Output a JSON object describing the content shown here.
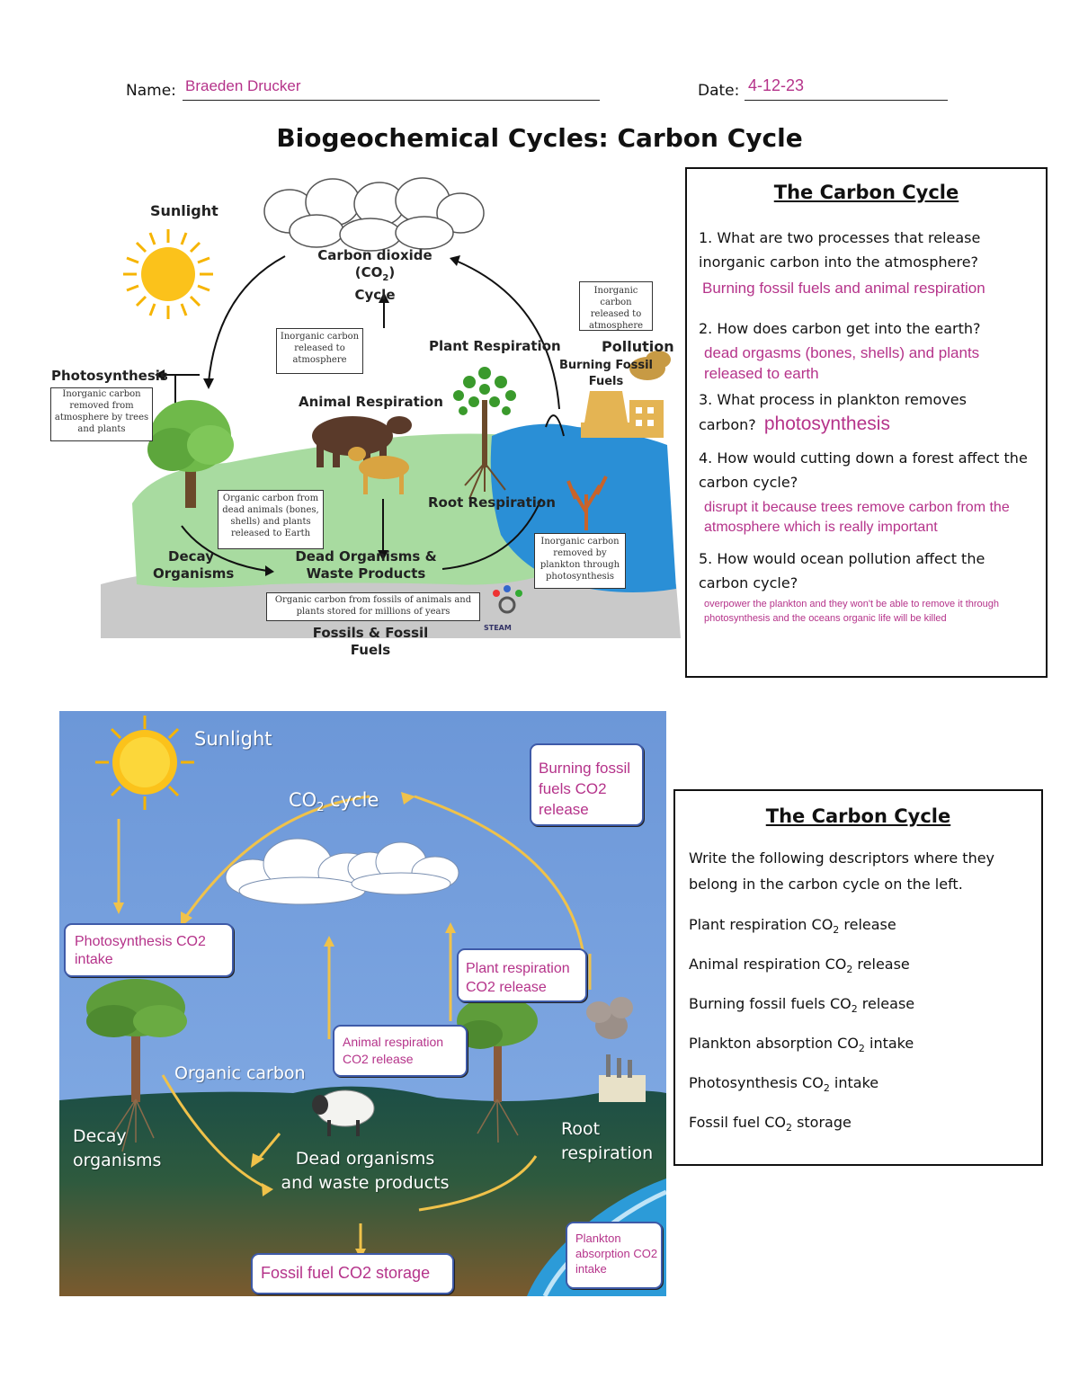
{
  "header": {
    "name_label": "Name:",
    "name_value": "Braeden Drucker",
    "date_label": "Date:",
    "date_value": "4-12-23",
    "title": "Biogeochemical Cycles:  Carbon Cycle"
  },
  "diagram1": {
    "sunlight": "Sunlight",
    "co2_line1": "Carbon dioxide (CO",
    "co2_sub": "2",
    "co2_close": ")",
    "co2_line2": "Cycle",
    "photosynthesis": "Photosynthesis",
    "photosynthesis_note": "Inorganic carbon removed from atmosphere by trees and plants",
    "animal_note": "Inorganic carbon released to atmosphere",
    "animal_respiration": "Animal Respiration",
    "plant_respiration": "Plant Respiration",
    "pollution": "Pollution",
    "burning": "Burning Fossil Fuels",
    "pollution_note": "Inorganic carbon released to atmosphere",
    "root_respiration": "Root Respiration",
    "organic_note": "Organic carbon from dead animals (bones, shells) and plants released to Earth",
    "decay": "Decay Organisms",
    "dead": "Dead Organisms & Waste Products",
    "plankton_note": "Inorganic carbon removed by plankton through photosynthesis",
    "fossil_note": "Organic carbon from fossils of animals and plants stored for millions of years",
    "fossils": "Fossils & Fossil Fuels",
    "logo": "STEAM"
  },
  "questions_box": {
    "title": "The Carbon Cycle",
    "items": [
      {
        "num": "1.",
        "q": "What are two processes that release inorganic carbon into the atmosphere?",
        "a": "Burning fossil fuels and animal respiration"
      },
      {
        "num": "2.",
        "q": "How does carbon get into the earth?",
        "a": "dead orgasms (bones, shells) and plants released to earth"
      },
      {
        "num": "3.",
        "q": "What process in plankton removes carbon?",
        "a": "photosynthesis"
      },
      {
        "num": "4.",
        "q": "How would cutting down a forest affect the carbon cycle?",
        "a": "disrupt it because trees remove carbon from the atmosphere which is really important"
      },
      {
        "num": "5.",
        "q": "How would ocean pollution affect the carbon cycle?",
        "a": "overpower the plankton and they won't be able to remove it through photosynthesis and the oceans organic life will be killed"
      }
    ]
  },
  "diagram2": {
    "sunlight": "Sunlight",
    "co2_cycle": "CO",
    "co2_sub": "2",
    "co2_rest": " cycle",
    "organic": "Organic carbon",
    "decay": "Decay organisms",
    "dead": "Dead organisms and waste products",
    "root": "Root respiration",
    "answers": {
      "burning": "Burning fossil fuels CO2 release",
      "photosynthesis": "Photosynthesis CO2 intake",
      "plant": "Plant respiration CO2 release",
      "animal": "Animal respiration CO2 release",
      "fossil": "Fossil fuel CO2 storage",
      "plankton": "Plankton absorption CO2 intake"
    }
  },
  "descriptors_box": {
    "title": "The Carbon Cycle",
    "instruction": "Write the following descriptors where they belong in the carbon cycle on the left.",
    "items": [
      {
        "pre": "Plant respiration CO",
        "sub": "2",
        "post": " release"
      },
      {
        "pre": "Animal respiration CO",
        "sub": "2",
        "post": " release"
      },
      {
        "pre": "Burning fossil fuels CO",
        "sub": "2",
        "post": " release"
      },
      {
        "pre": "Plankton absorption CO",
        "sub": "2",
        "post": " intake"
      },
      {
        "pre": "Photosynthesis CO",
        "sub": "2",
        "post": " intake"
      },
      {
        "pre": "Fossil fuel CO",
        "sub": "2",
        "post": " storage"
      }
    ]
  }
}
